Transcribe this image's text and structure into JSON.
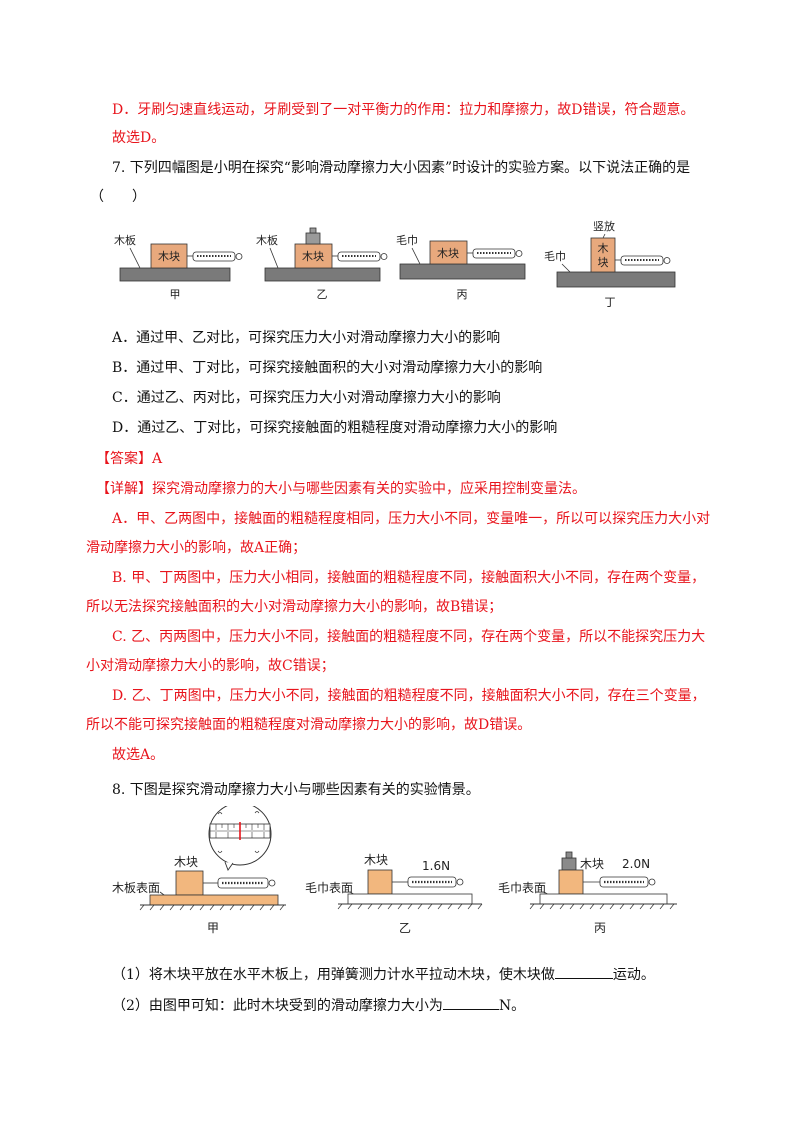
{
  "prev_answer": {
    "option_d": "D．牙刷匀速直线运动，牙刷受到了一对平衡力的作用：拉力和摩擦力，故D错误，符合题意。",
    "conclusion": "故选D。"
  },
  "q7": {
    "stem": "7. 下列四幅图是小明在探究“影响滑动摩擦力大小因素”时设计的实验方案。以下说法正确的是",
    "paren": "（　　）",
    "figures": [
      {
        "caption": "甲",
        "surface": "木板",
        "block": "木块"
      },
      {
        "caption": "乙",
        "surface": "木板",
        "block": "木块"
      },
      {
        "caption": "丙",
        "surface": "毛巾",
        "block": "木块"
      },
      {
        "caption": "丁",
        "surface": "毛巾",
        "block_top": "木",
        "block_bottom": "块",
        "note": "竖放"
      }
    ],
    "options": [
      "A．通过甲、乙对比，可探究压力大小对滑动摩擦力大小的影响",
      "B．通过甲、丁对比，可探究接触面积的大小对滑动摩擦力大小的影响",
      "C．通过乙、丙对比，可探究压力大小对滑动摩擦力大小的影响",
      "D．通过乙、丁对比，可探究接触面的粗糙程度对滑动摩擦力大小的影响"
    ],
    "answer": "【答案】A",
    "detail_intro": "【详解】探究滑动摩擦力的大小与哪些因素有关的实验中，应采用控制变量法。",
    "detail_lines": [
      "A．甲、乙两图中，接触面的粗糙程度相同，压力大小不同，变量唯一，所以可以探究压力大小对",
      "滑动摩擦力大小的影响，故A正确；",
      "B. 甲、丁两图中，压力大小相同，接触面的粗糙程度不同，接触面积大小不同，存在两个变量，",
      "所以无法探究接触面积的大小对滑动摩擦力大小的影响，故B错误；",
      "C. 乙、丙两图中，压力大小不同，接触面的粗糙程度不同，存在两个变量，所以不能探究压力大",
      "小对滑动摩擦力大小的影响，故C错误；",
      "D. 乙、丁两图中，压力大小不同，接触面的粗糙程度不同，接触面积大小不同，存在三个变量，",
      "所以不能可探究接触面的粗糙程度对滑动摩擦力大小的影响，故D错误。"
    ],
    "conclusion": "故选A。"
  },
  "q8": {
    "stem": "8. 下图是探究滑动摩擦力大小与哪些因素有关的实验情景。",
    "figures": [
      {
        "caption": "甲",
        "surface": "木板表面",
        "block": "木块"
      },
      {
        "caption": "乙",
        "surface": "毛巾表面",
        "block": "木块",
        "reading": "1.6N"
      },
      {
        "caption": "丙",
        "surface": "毛巾表面",
        "block": "木块",
        "reading": "2.0N"
      }
    ],
    "sub1_before": "（1）将木块平放在水平木板上，用弹簧测力计水平拉动木块，使木块做",
    "sub1_after": "运动。",
    "sub2_before": "（2）由图甲可知：此时木块受到的滑动摩擦力大小为",
    "sub2_after": "N。"
  }
}
